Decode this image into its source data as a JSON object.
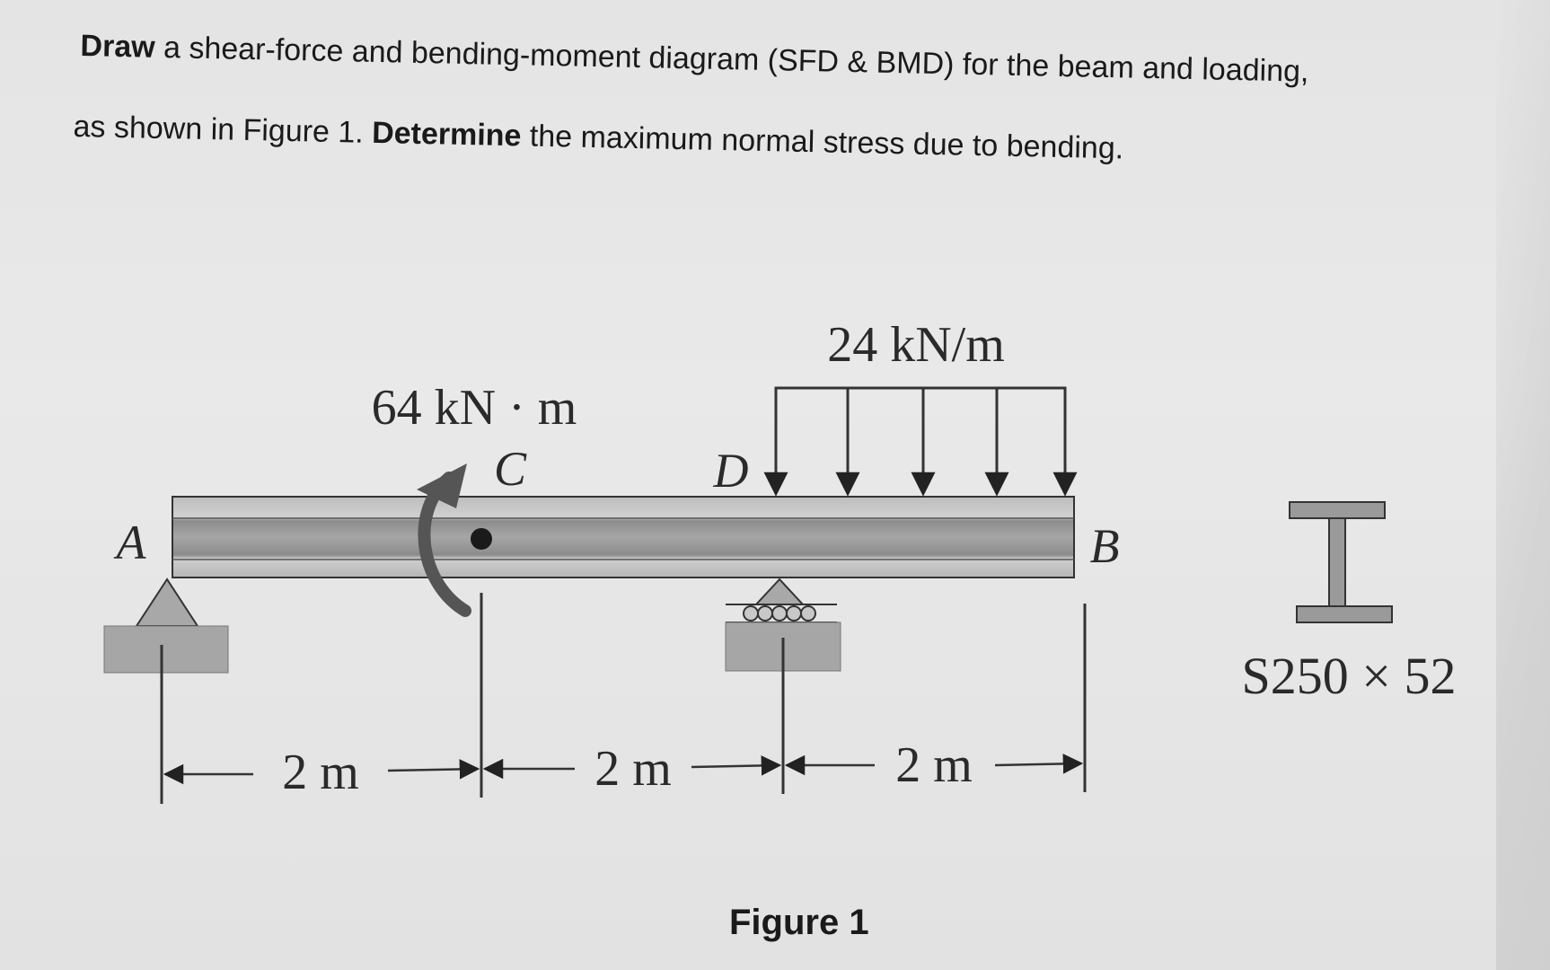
{
  "problem": {
    "line1_bold": "Draw",
    "line1_rest": " a shear-force and bending-moment diagram (SFD & BMD) for the beam and loading,",
    "line2_start": "as shown in Figure 1. ",
    "line2_bold": "Determine",
    "line2_rest": " the maximum normal stress due to bending."
  },
  "figure": {
    "distributed_load": "24 kN/m",
    "couple_moment": "64 kN · m",
    "points": {
      "A": "A",
      "B": "B",
      "C": "C",
      "D": "D"
    },
    "dimensions": [
      "2 m",
      "2 m",
      "2 m"
    ],
    "section": "S250 × 52",
    "caption": "Figure 1"
  }
}
